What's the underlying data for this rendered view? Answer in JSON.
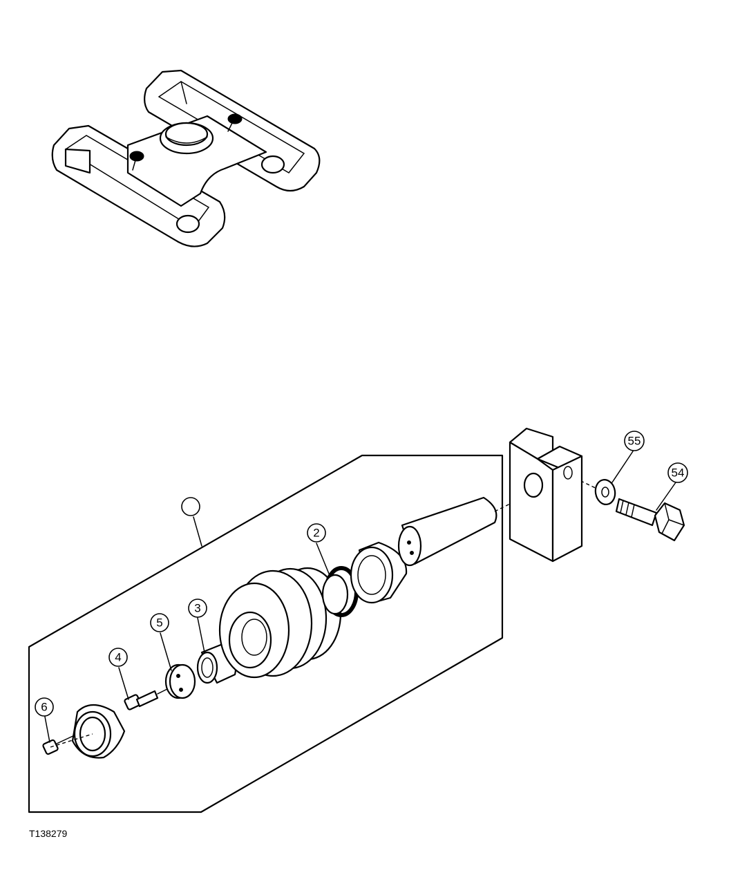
{
  "callouts": {
    "blank": "",
    "c2": "2",
    "c3": "3",
    "c4": "4",
    "c5": "5",
    "c6": "6",
    "c54": "54",
    "c55": "55"
  },
  "figure_ref": "T138279"
}
